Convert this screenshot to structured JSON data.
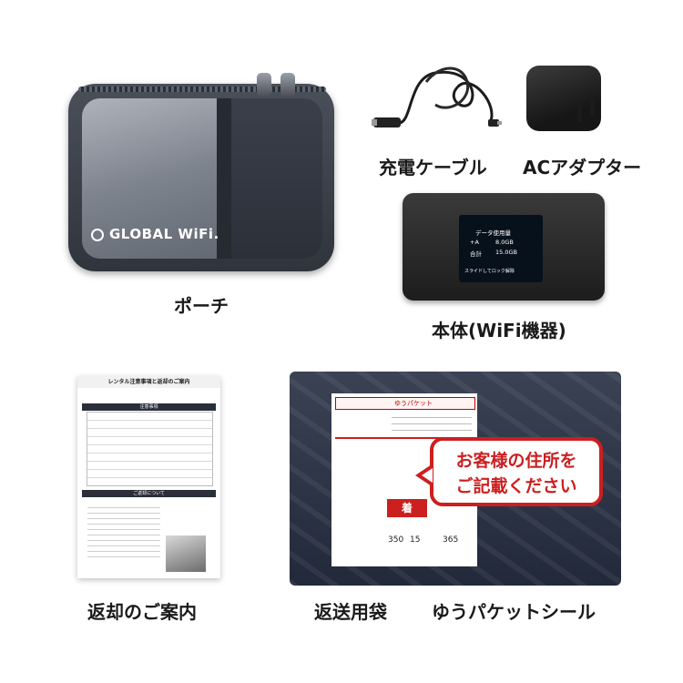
{
  "captions": {
    "pouch": "ポーチ",
    "cable": "充電ケーブル",
    "adapter": "ACアダプター",
    "device": "本体(WiFi機器)",
    "guide": "返却のご案内",
    "bag": "返送用袋",
    "label": "ゆうパケットシール"
  },
  "pouch_logo": "GLOBAL WiFi.",
  "device_screen": {
    "title": "データ使用量",
    "row1_label": "+A",
    "row1_value": "8.0GB",
    "row2_label": "合計",
    "row2_value": "15.0GB",
    "footer": "スライドしてロック解除"
  },
  "guide": {
    "header": "レンタル注意事項と返却のご案内",
    "section1": "注意事項",
    "section2": "ご返却について"
  },
  "bag_label": {
    "header": "ゆうパケット",
    "chaku": "着",
    "weight_values": [
      "350",
      "15",
      "365"
    ]
  },
  "callout": {
    "line1": "お客様の住所を",
    "line2": "ご記載ください"
  },
  "colors": {
    "accent_red": "#cc1f1f",
    "pouch": "#3a3f4a",
    "device": "#1d1d1d"
  }
}
